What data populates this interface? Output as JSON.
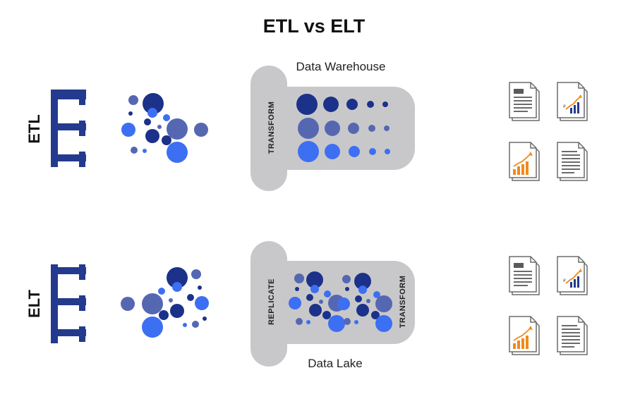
{
  "title": "ETL vs ELT",
  "rows": {
    "etl": {
      "label": "ETL",
      "store_label": "Data Warehouse",
      "process_label": "TRANSFORM"
    },
    "elt": {
      "label": "ELT",
      "store_label": "Data Lake",
      "process_label_left": "REPLICATE",
      "process_label_right": "TRANSFORM"
    }
  },
  "colors": {
    "dark_blue": "#1c3189",
    "mid_blue": "#5667b2",
    "bright_blue": "#3d6ff2",
    "container_gray": "#c8c8ca",
    "pipe_blue": "#233a8e",
    "doc_gray": "#6b6b6b",
    "chart_orange": "#f08a1c"
  },
  "icons": {
    "pipeline": "pipeline-icon",
    "report_text": "text-report-icon",
    "report_chart": "chart-report-icon"
  }
}
